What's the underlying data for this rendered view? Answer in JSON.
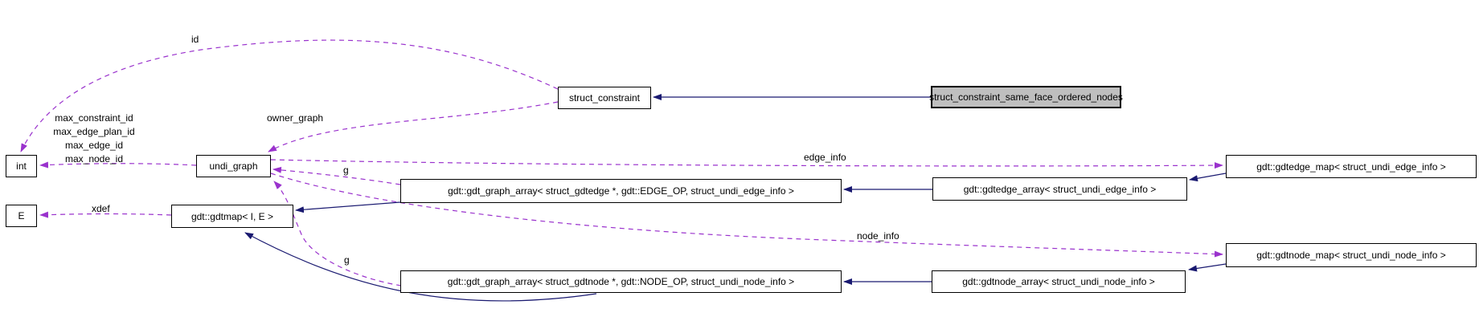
{
  "diagram": {
    "kind": "collaboration-graph",
    "colors": {
      "background": "#ffffff",
      "text": "#000000",
      "node-border": "#000000",
      "node-fill": "#ffffff",
      "highlight-fill": "#bfbfbf",
      "edge-usage": "#9a32cd",
      "edge-inherit": "#191970"
    },
    "nodes": [
      {
        "label": "int",
        "highlighted": false
      },
      {
        "label": "E",
        "highlighted": false
      },
      {
        "label": "undi_graph",
        "highlighted": false
      },
      {
        "label": "gdt::gdtmap< I, E >",
        "highlighted": false
      },
      {
        "label": "struct_constraint",
        "highlighted": false
      },
      {
        "label": "struct_constraint_same_face_ordered_nodes",
        "highlighted": true
      },
      {
        "label": "gdt::gdt_graph_array< struct_gdtedge *, gdt::EDGE_OP, struct_undi_edge_info >",
        "highlighted": false
      },
      {
        "label": "gdt::gdtedge_array< struct_undi_edge_info >",
        "highlighted": false
      },
      {
        "label": "gdt::gdtedge_map< struct_undi_edge_info >",
        "highlighted": false
      },
      {
        "label": "gdt::gdt_graph_array< struct_gdtnode *, gdt::NODE_OP, struct_undi_node_info >",
        "highlighted": false
      },
      {
        "label": "gdt::gdtnode_array< struct_undi_node_info >",
        "highlighted": false
      },
      {
        "label": "gdt::gdtnode_map< struct_undi_node_info >",
        "highlighted": false
      }
    ],
    "edge_labels": {
      "id": "id",
      "owner_graph": "owner_graph",
      "max_ids": "max_constraint_id\nmax_edge_plan_id\nmax_edge_id\nmax_node_id",
      "xdef": "xdef",
      "edge_info": "edge_info",
      "node_info": "node_info",
      "g_edge": "g",
      "g_node": "g"
    }
  }
}
